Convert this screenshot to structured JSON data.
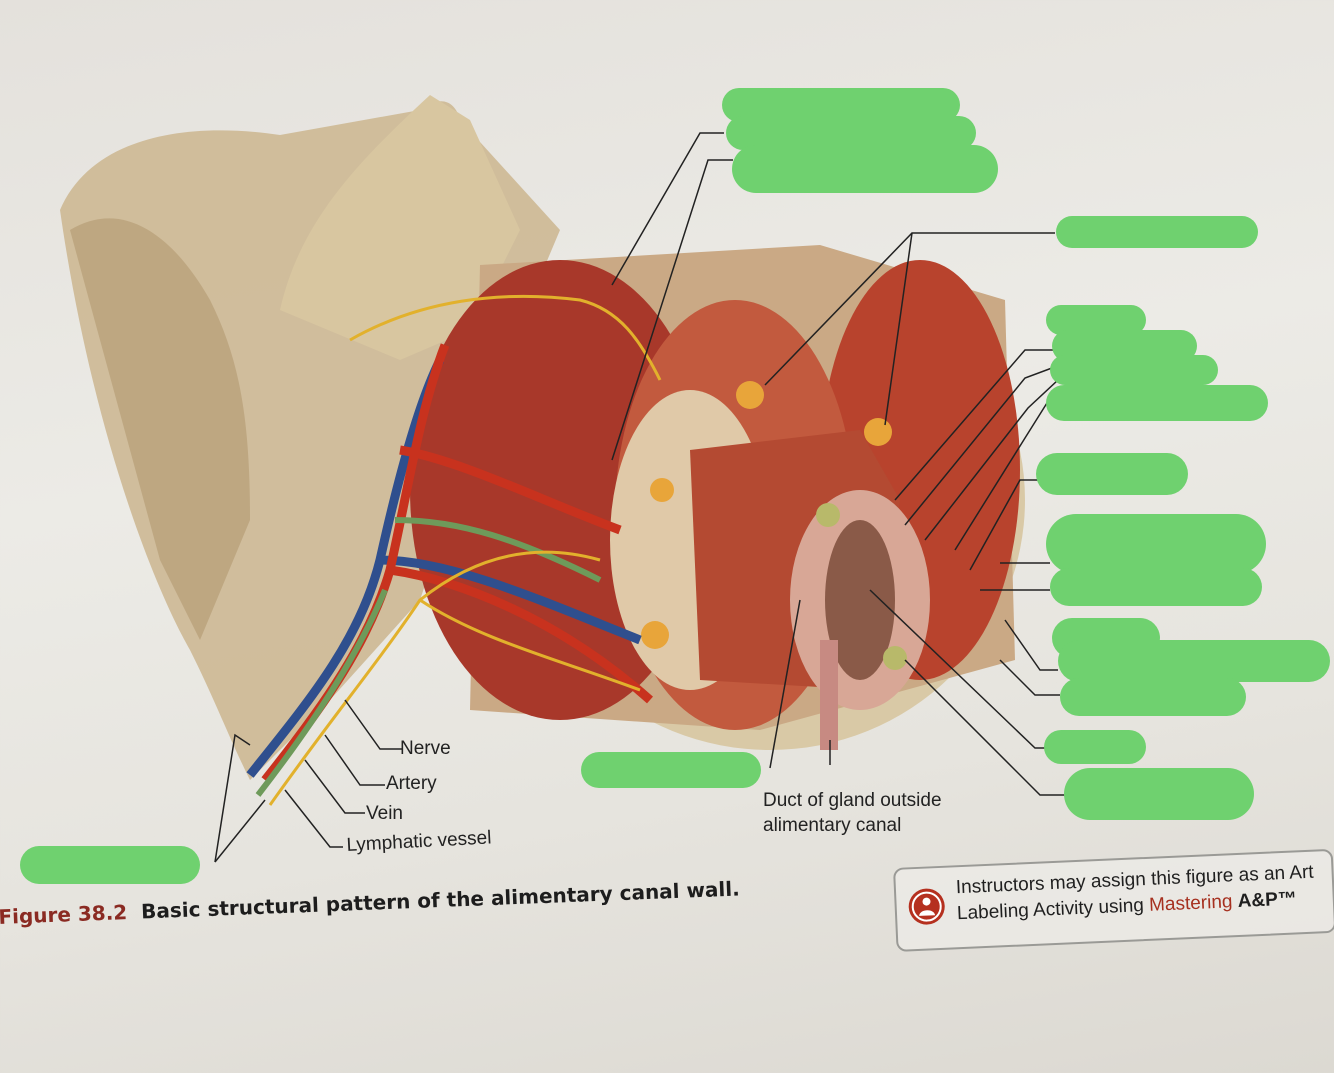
{
  "labels": {
    "nerve": "Nerve",
    "artery": "Artery",
    "vein": "Vein",
    "lymphatic_vessel": "Lymphatic vessel",
    "duct_line1": "Duct of gland outside",
    "duct_line2": "alimentary canal"
  },
  "caption": {
    "figure_number": "Figure 38.2",
    "title": "Basic structural pattern of the alimentary canal wall."
  },
  "note": {
    "line1": "Instructors may assign this figure as an Art",
    "line2_prefix": "Labeling Activity using ",
    "brand": "Mastering",
    "brand_suffix": "A&P™"
  },
  "colors": {
    "redacted_label": "#6fd16f",
    "muscle": "#b8432d",
    "artery": "#c8321e",
    "vein": "#2f4f8e",
    "lymphatic": "#6e9a5a",
    "nerve": "#e2b12c",
    "serosa": "#d9c9a6",
    "caption_accent": "#8a2a22"
  },
  "icons": [
    "instructor-icon"
  ]
}
